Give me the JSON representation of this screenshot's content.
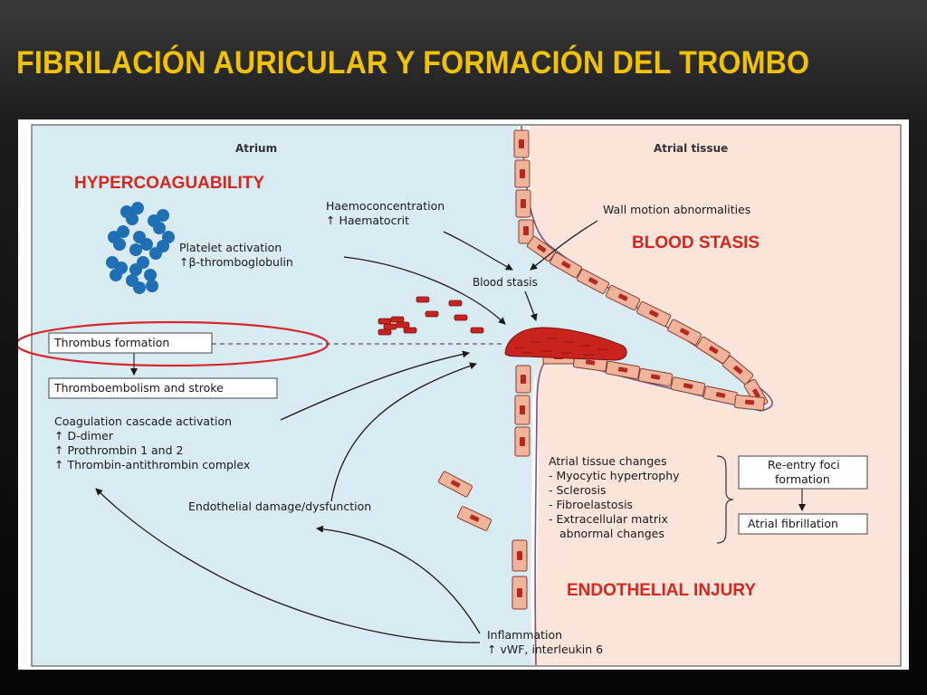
{
  "slide": {
    "title": "FIBRILACIÓN AURICULAR Y FORMACIÓN DEL TROMBO"
  },
  "diagram": {
    "regions": {
      "atrium": "Atrium",
      "atrial_tissue": "Atrial tissue"
    },
    "headings": {
      "hypercoaguability": "HYPERCOAGUABILITY",
      "blood_stasis": "BLOOD STASIS",
      "endothelial_injury": "ENDOTHELIAL INJURY"
    },
    "labels": {
      "haemoconcentration": "Haemoconcentration",
      "haematocrit": "↑ Haematocrit",
      "wall_motion": "Wall motion abnormalities",
      "platelet_activation": "Platelet activation",
      "beta_thromboglobulin": "↑β-thromboglobulin",
      "blood_stasis_small": "Blood stasis",
      "thrombus_formation": "Thrombus formation",
      "thromboembolism": "Thromboembolism and stroke",
      "coag_title": "Coagulation cascade activation",
      "coag_1": "↑ D-dimer",
      "coag_2": "↑ Prothrombin 1 and 2",
      "coag_3": "↑ Thrombin-antithrombin complex",
      "endothelial_damage": "Endothelial damage/dysfunction",
      "inflammation": "Inflammation",
      "inflammation_sub": "↑ vWF, interleukin 6",
      "tissue_changes_title": "Atrial tissue changes",
      "tissue_1": "- Myocytic hypertrophy",
      "tissue_2": "- Sclerosis",
      "tissue_3": "- Fibroelastosis",
      "tissue_4": "- Extracellular matrix",
      "tissue_4b": "abnormal changes",
      "reentry_1": "Re-entry foci",
      "reentry_2": "formation",
      "atrial_fibrillation": "Atrial fibrillation"
    },
    "colors": {
      "atrium_bg": "#d8ebf3",
      "tissue_bg": "#fbe4da",
      "cell_fill": "#f0b49b",
      "cell_nucleus": "#b52820",
      "rbc": "#c8231c",
      "platelet": "#1f6fb5",
      "heading_red": "#d8261c",
      "title_yellow": "#f2c200",
      "highlight_ellipse": "#d8262c"
    }
  }
}
